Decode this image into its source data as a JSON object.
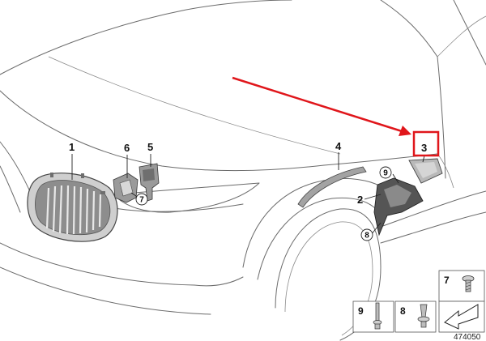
{
  "callouts": {
    "p1": "1",
    "p2": "2",
    "p3": "3",
    "p4": "4",
    "p5": "5",
    "p6": "6",
    "p7": "7",
    "p8": "8",
    "p9": "9"
  },
  "legend": {
    "item7": "7",
    "item8": "8",
    "item9": "9"
  },
  "doc_number": "474050",
  "highlight_color": "#e0161b"
}
